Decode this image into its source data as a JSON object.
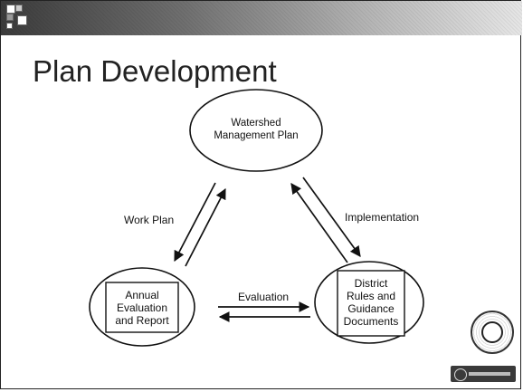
{
  "page": {
    "title": "Plan Development"
  },
  "diagram": {
    "nodes": {
      "watershed_plan": "Watershed\nManagement Plan",
      "annual_report": "Annual\nEvaluation\nand Report",
      "district_rules": "District\nRules and\nGuidance\nDocuments"
    },
    "edges": {
      "work_plan": "Work Plan",
      "implementation": "Implementation",
      "evaluation": "Evaluation"
    }
  },
  "colors": {
    "ink": "#111111",
    "header_dark": "#3b3b3b",
    "header_light": "#e6e6e6"
  },
  "icons": {
    "seal": "district-seal-icon",
    "footer": "footer-logo-icon"
  }
}
